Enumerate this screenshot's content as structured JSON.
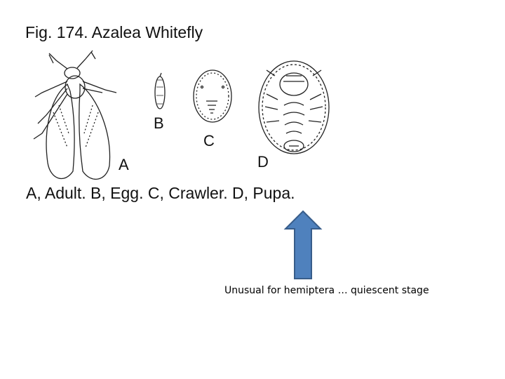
{
  "figure": {
    "title": "Fig. 174. Azalea Whitefly",
    "labels": {
      "a": "A",
      "b": "B",
      "c": "C",
      "d": "D"
    },
    "legend": "A, Adult. B, Egg. C, Crawler. D, Pupa."
  },
  "annotation": {
    "caption": "Unusual for hemiptera … quiescent stage",
    "arrow_fill": "#4f81bd",
    "arrow_stroke": "#385d8a"
  }
}
